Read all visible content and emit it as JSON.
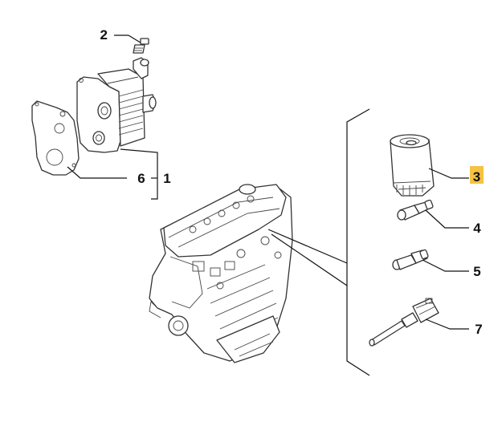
{
  "diagram": {
    "highlight_color": "#f5c242",
    "callouts": [
      {
        "id": "callout-1",
        "label": "1",
        "part": "oil-cooler-assembly"
      },
      {
        "id": "callout-2",
        "label": "2",
        "part": "bolt"
      },
      {
        "id": "callout-3",
        "label": "3",
        "part": "oil-filter",
        "highlighted": true
      },
      {
        "id": "callout-4",
        "label": "4",
        "part": "oil-pressure-switch"
      },
      {
        "id": "callout-5",
        "label": "5",
        "part": "sensor"
      },
      {
        "id": "callout-6",
        "label": "6",
        "part": "gasket"
      },
      {
        "id": "callout-7",
        "label": "7",
        "part": "temperature-sensor"
      }
    ]
  }
}
